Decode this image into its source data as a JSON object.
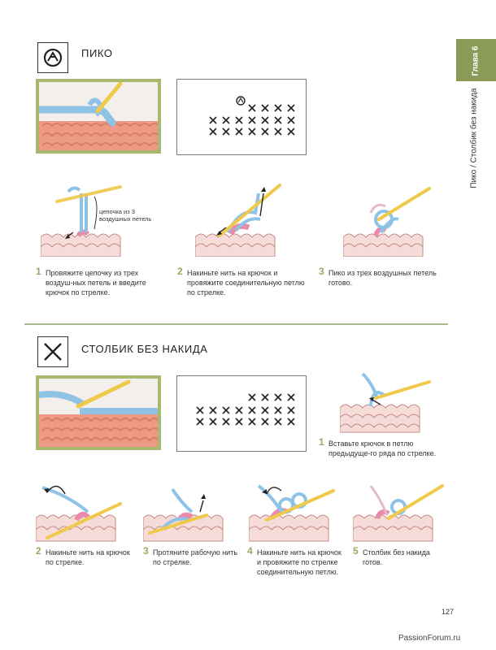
{
  "chapter": {
    "tab_label": "Глава 6",
    "side_label": "Пико / Столбик без накида"
  },
  "section_picot": {
    "title": "ПИКО",
    "symbol_icon": "picot-symbol-icon",
    "chain_note": "цепочка из 3 воздушных петель",
    "steps": [
      {
        "num": "1",
        "text": "Провяжите цепочку из трех воздуш-ных петель и введите крючок по стрелке."
      },
      {
        "num": "2",
        "text": "Накиньте нить на крючок и провяжите соединительную петлю по стрелке."
      },
      {
        "num": "3",
        "text": "Пико из трех воздушных петель готово."
      }
    ]
  },
  "section_sc": {
    "title": "СТОЛБИК БЕЗ НАКИДА",
    "symbol_icon": "cross-symbol-icon",
    "steps": [
      {
        "num": "1",
        "text": "Вставьте крючок в петлю предыдуще-го ряда по стрелке."
      },
      {
        "num": "2",
        "text": "Накиньте нить на крючок по стрелке."
      },
      {
        "num": "3",
        "text": "Протяните рабочую нить по стрелке."
      },
      {
        "num": "4",
        "text": "Накиньте нить на крючок и провяжите по стрелке соединительную петлю."
      },
      {
        "num": "5",
        "text": "Столбик без накида готов."
      }
    ]
  },
  "page_number": "127",
  "watermark": "PassionForum.ru",
  "colors": {
    "accent": "#8c9a58",
    "photo_frame": "#a9b86f",
    "yarn_blue": "#8ec3e6",
    "yarn_coral": "#ec9a83",
    "hook": "#f0c94a"
  }
}
